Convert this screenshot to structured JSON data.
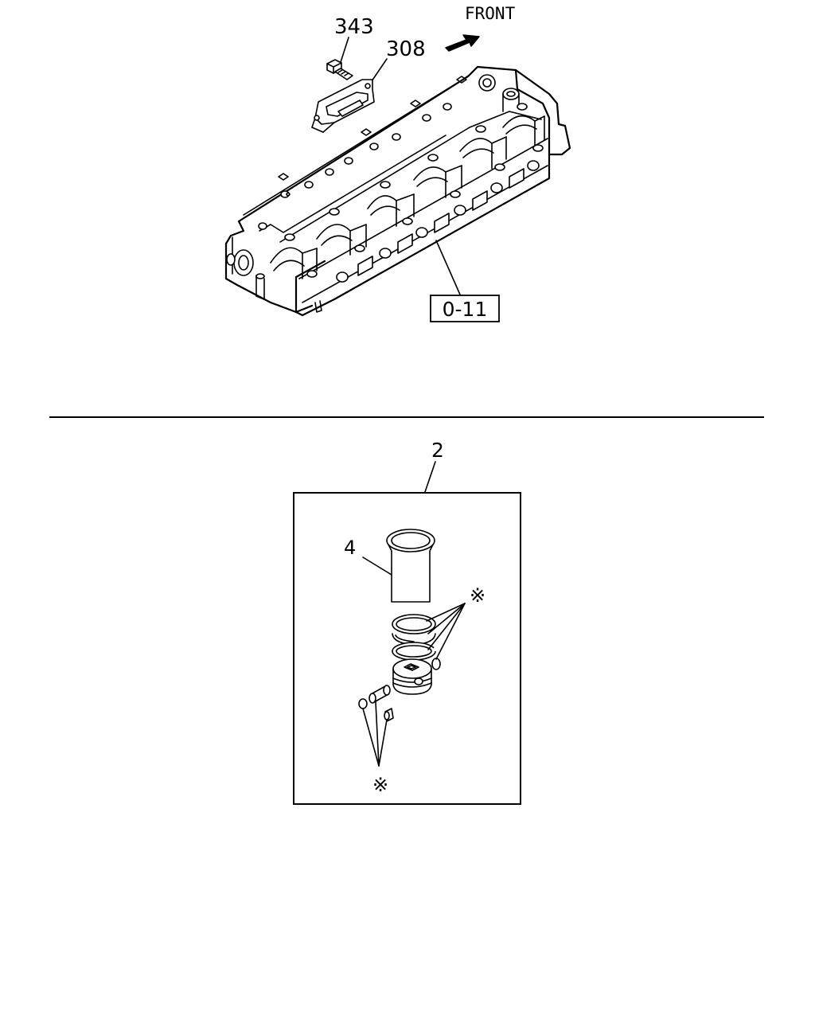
{
  "callouts": {
    "front": "FRONT",
    "bolt": "343",
    "bracket": "308",
    "cylinder_head_ref": "0-11",
    "overhaul_kit": "2",
    "liner": "4",
    "ring_set_mark": "※",
    "pin_set_mark": "※"
  },
  "colors": {
    "line": "#000000",
    "background": "#ffffff"
  },
  "icons": [
    "front-arrow-icon"
  ]
}
